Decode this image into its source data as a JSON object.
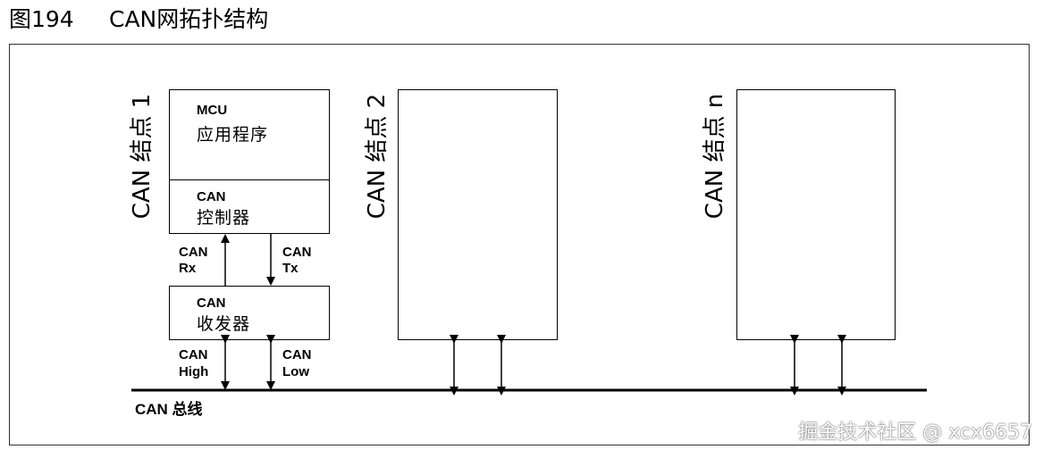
{
  "caption": {
    "number": "图194",
    "title": "CAN网拓扑结构"
  },
  "node1": {
    "label": "CAN 结点 1",
    "mcu": {
      "line1": "MCU",
      "line2": "应用程序"
    },
    "controller": {
      "line1": "CAN",
      "line2": "控制器"
    },
    "rx": {
      "line1": "CAN",
      "line2": "Rx"
    },
    "tx": {
      "line1": "CAN",
      "line2": "Tx"
    },
    "transceiver": {
      "line1": "CAN",
      "line2": "收发器"
    },
    "high": {
      "line1": "CAN",
      "line2": "High"
    },
    "low": {
      "line1": "CAN",
      "line2": "Low"
    }
  },
  "node2": {
    "label": "CAN 结点 2"
  },
  "noden": {
    "label": "CAN 结点 n"
  },
  "bus": {
    "label": "CAN 总线"
  },
  "watermark": "掘金技术社区 @ xcx6657"
}
